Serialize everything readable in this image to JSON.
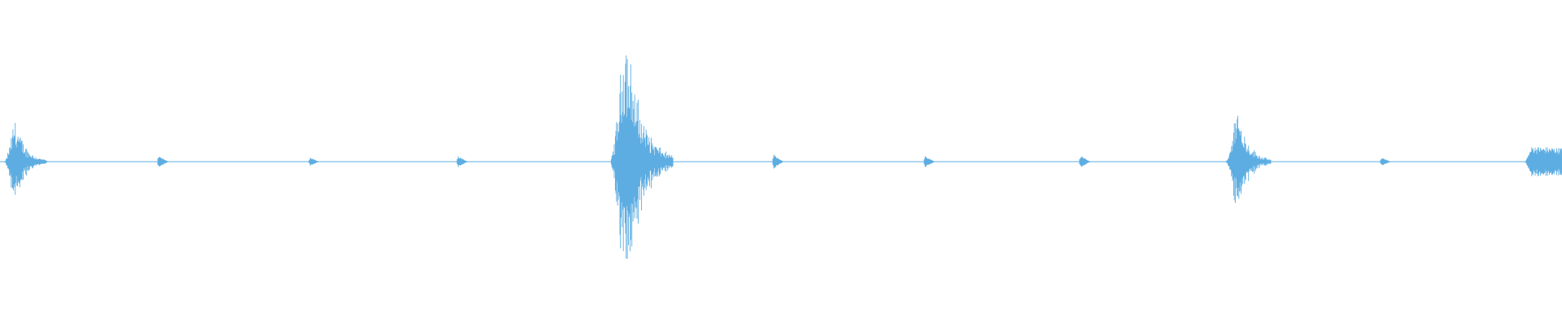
{
  "waveform": {
    "color": "#5dade2",
    "baseline": 0,
    "duration": 1920,
    "amplitude_range": [
      -1,
      1
    ],
    "events": [
      {
        "time": 18,
        "peak": 0.32,
        "type": "burst"
      },
      {
        "time": 195,
        "peak": 0.035,
        "type": "click"
      },
      {
        "time": 381,
        "peak": 0.025,
        "type": "click"
      },
      {
        "time": 563,
        "peak": 0.035,
        "type": "click"
      },
      {
        "time": 768,
        "peak": 0.99,
        "type": "burst"
      },
      {
        "time": 951,
        "peak": 0.045,
        "type": "click"
      },
      {
        "time": 1137,
        "peak": 0.035,
        "type": "click"
      },
      {
        "time": 1328,
        "peak": 0.04,
        "type": "click"
      },
      {
        "time": 1520,
        "peak": 0.41,
        "type": "burst"
      },
      {
        "time": 1698,
        "peak": 0.025,
        "type": "click"
      },
      {
        "time": 1887,
        "peak": 0.1,
        "type": "tail"
      }
    ]
  }
}
